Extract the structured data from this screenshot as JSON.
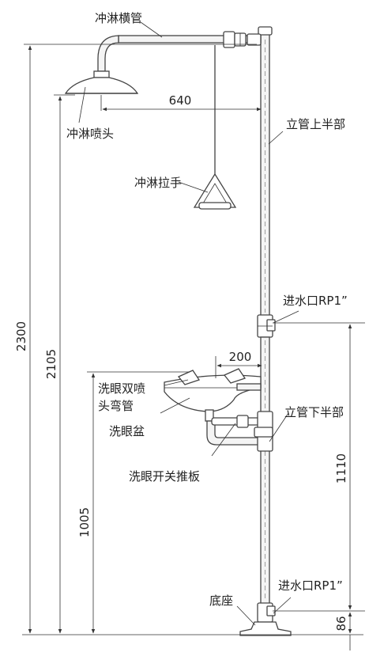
{
  "labels": {
    "shower_crossbar": "冲淋横管",
    "shower_head": "冲淋喷头",
    "shower_pull_handle": "冲淋拉手",
    "upper_standpipe": "立管上半部",
    "water_inlet_top": "进水口RP1”",
    "eyewash_double_head_line1": "洗眼双喷",
    "eyewash_double_head_line2": "头弯管",
    "eyewash_bowl": "洗眼盆",
    "lower_standpipe": "立管下半部",
    "eyewash_push_plate": "洗眼开关推板",
    "water_inlet_bottom": "进水口RP1”",
    "base": "底座"
  },
  "dimensions": {
    "total_height": "2300",
    "head_height": "2105",
    "eyewash_height": "1005",
    "head_reach": "640",
    "eyewash_reach": "200",
    "inlet_height": "1110",
    "bottom_inlet_height": "86"
  },
  "colors": {
    "line": "#333333",
    "pipe_fill": "#f4f4f4",
    "text": "#222222"
  }
}
